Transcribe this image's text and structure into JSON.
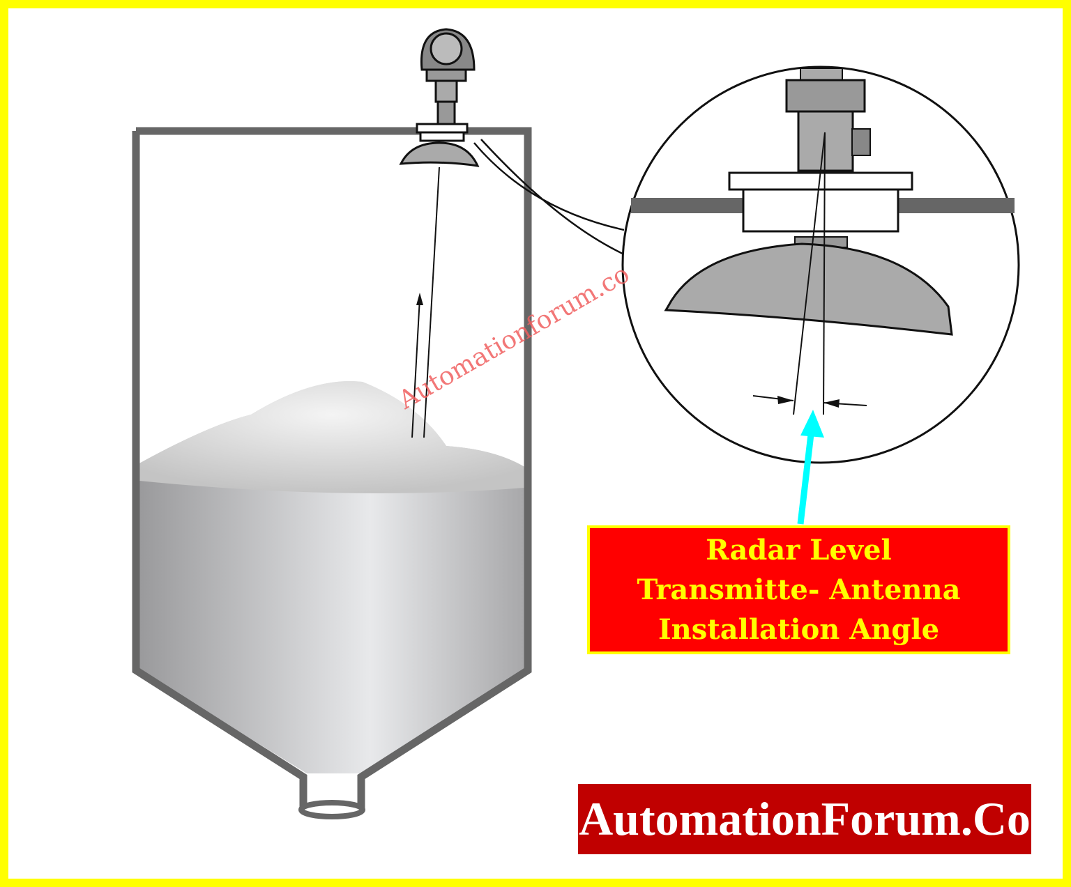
{
  "callout": {
    "lines": [
      "Radar Level",
      "Transmitte- Antenna",
      "Installation Angle"
    ]
  },
  "logo": "AutomationForum.Co",
  "watermark": "Automationforum.co",
  "colors": {
    "border": "#ffff00",
    "callout_bg": "#ff0000",
    "callout_text": "#ffff00",
    "logo_bg": "#c00000",
    "pointer_arrow": "#00ffff",
    "tank_wall": "#666666"
  }
}
